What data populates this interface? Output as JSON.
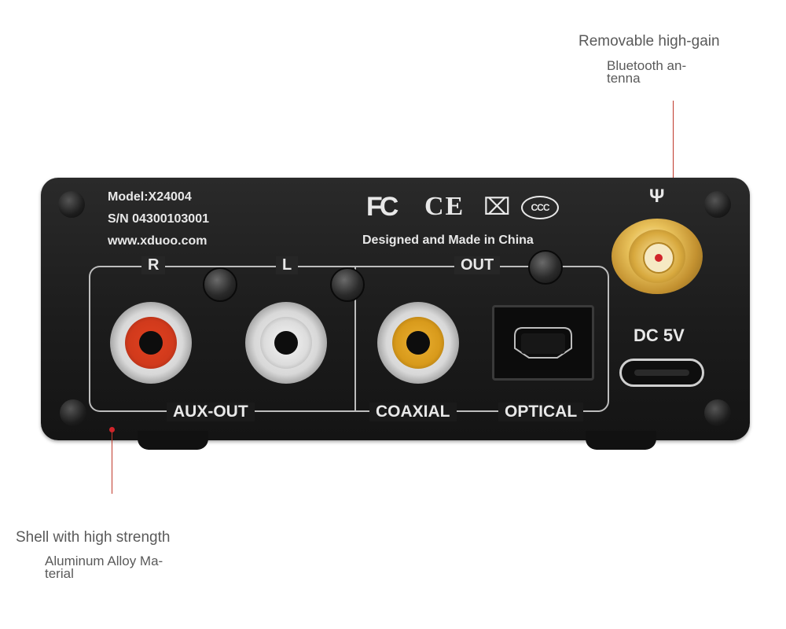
{
  "callouts": {
    "antenna_line1": "Removable high-gain",
    "antenna_line2a": "Bluetooth an-",
    "antenna_line2b": "tenna",
    "shell_line1": "Shell with high strength",
    "shell_line2a": "Aluminum Alloy Ma-",
    "shell_line2b": "terial"
  },
  "device": {
    "model": "Model:X24004",
    "serial": "S/N 04300103001",
    "website": "www.xduoo.com",
    "designed": "Designed and Made in China",
    "cert_fc": "FC",
    "cert_ce": "CE",
    "cert_weee": "⌧",
    "cert_ccc": "CCC",
    "label_r": "R",
    "label_l": "L",
    "label_out": "OUT",
    "label_aux_out": "AUX-OUT",
    "label_coaxial": "COAXIAL",
    "label_optical": "OPTICAL",
    "label_dc": "DC 5V",
    "antenna_symbol": "Ψ"
  },
  "colors": {
    "leader_red": "#d0242a",
    "rca_right": "#e0401f",
    "rca_left": "#f2f2f2",
    "rca_coax": "#e3a21a",
    "gold": "#d8a93e"
  }
}
